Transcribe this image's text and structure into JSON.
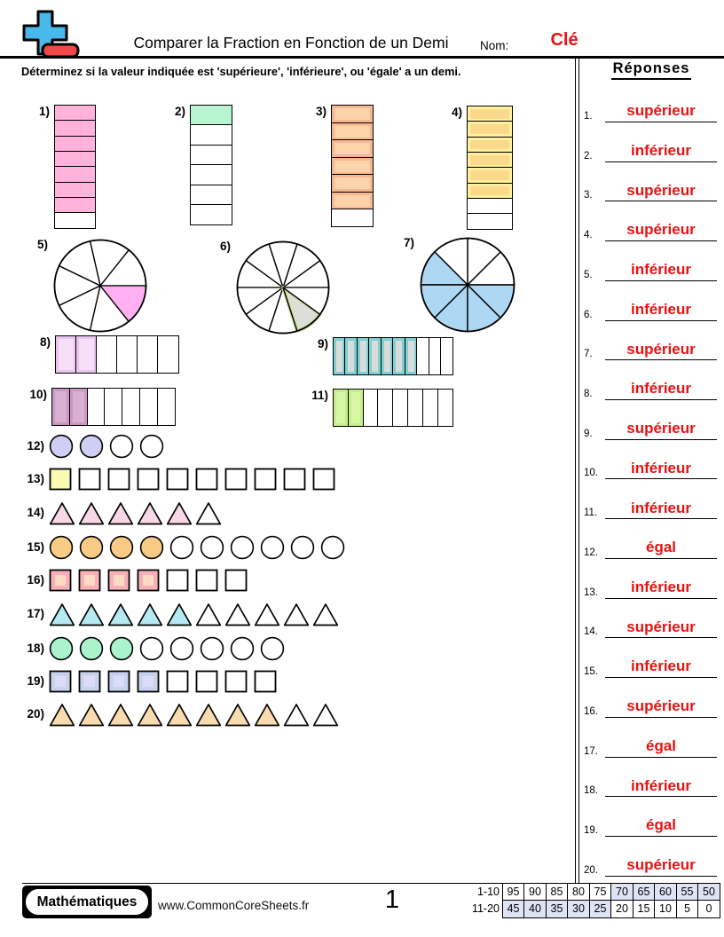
{
  "header": {
    "title": "Comparer la Fraction en Fonction de un Demi",
    "nom_label": "Nom:",
    "key_label": "Clé",
    "logo": "plus-minus-icon"
  },
  "instruction": "Déterminez si la valeur indiquée est 'supérieure', 'inférieure', ou 'égale' a un demi.",
  "colors": {
    "answer_red": "#E81212",
    "key_red": "#E81212",
    "logo_blue": "#49B8EA",
    "logo_red": "#F04848",
    "table_highlight": "#DEE3F6"
  },
  "problems": [
    {
      "num": "1)",
      "type": "vstack",
      "total": 8,
      "filled": 7,
      "fill": "#FFB3DA"
    },
    {
      "num": "2)",
      "type": "vstack",
      "total": 6,
      "filled": 1,
      "fill": "#B9F4D1"
    },
    {
      "num": "3)",
      "type": "vstack",
      "total": 7,
      "filled": 6,
      "fill": "#FDD3AC",
      "ring": "#F6B791"
    },
    {
      "num": "4)",
      "type": "vstack",
      "total": 8,
      "filled": 6,
      "fill": "#FBD98A",
      "ring": "#FDEFA0"
    },
    {
      "num": "5)",
      "type": "pie",
      "total": 7,
      "filled_indices": [
        6
      ],
      "fill": "#FFB0F0"
    },
    {
      "num": "6)",
      "type": "pie",
      "total": 10,
      "filled_indices": [
        8
      ],
      "fill": "#DEDED8",
      "ring": "#C8DC9E"
    },
    {
      "num": "7)",
      "type": "pie",
      "total": 8,
      "filled_indices": [
        3,
        4,
        5,
        6,
        7
      ],
      "fill": "#AED7F3"
    },
    {
      "num": "8)",
      "type": "hstrip",
      "total": 6,
      "filled": 2,
      "fill": "#F7DFF9",
      "ring": "#E9C4EF"
    },
    {
      "num": "9)",
      "type": "hstrip",
      "total": 10,
      "filled": 7,
      "fill": "#DBDBDB",
      "ring": "#7ED1D0"
    },
    {
      "num": "10)",
      "type": "hstrip",
      "total": 7,
      "filled": 2,
      "fill": "#D9AFD2",
      "ring": "#CB97C4"
    },
    {
      "num": "11)",
      "type": "hstrip",
      "total": 8,
      "filled": 2,
      "fill": "#D6F7A4",
      "ring": "#C6EE8C"
    },
    {
      "num": "12)",
      "type": "shapes",
      "shape": "circle",
      "total": 4,
      "filled": 2,
      "fill": "#CFCFF6"
    },
    {
      "num": "13)",
      "type": "shapes",
      "shape": "square",
      "total": 10,
      "filled": 1,
      "fill": "#FAFAB4"
    },
    {
      "num": "14)",
      "type": "shapes",
      "shape": "triangle",
      "total": 6,
      "filled": 5,
      "fill": "#F9D7E6"
    },
    {
      "num": "15)",
      "type": "shapes",
      "shape": "circle",
      "total": 10,
      "filled": 4,
      "fill": "#F9CB86"
    },
    {
      "num": "16)",
      "type": "shapes",
      "shape": "square",
      "total": 7,
      "filled": 4,
      "fill": "#FBDCC2",
      "ring": "#F9AEB9"
    },
    {
      "num": "17)",
      "type": "shapes",
      "shape": "triangle",
      "total": 10,
      "filled": 5,
      "fill": "#B5EAF2"
    },
    {
      "num": "18)",
      "type": "shapes",
      "shape": "circle",
      "total": 8,
      "filled": 3,
      "fill": "#ABF3CD"
    },
    {
      "num": "19)",
      "type": "shapes",
      "shape": "square",
      "total": 8,
      "filled": 4,
      "fill": "#DCDCF8",
      "ring": "#C7D3EC"
    },
    {
      "num": "20)",
      "type": "shapes",
      "shape": "triangle",
      "total": 10,
      "filled": 8,
      "fill": "#F8DCB0"
    }
  ],
  "answers": {
    "title": "Réponses",
    "items": [
      {
        "num": "1.",
        "text": "supérieur"
      },
      {
        "num": "2.",
        "text": "inférieur"
      },
      {
        "num": "3.",
        "text": "supérieur"
      },
      {
        "num": "4.",
        "text": "supérieur"
      },
      {
        "num": "5.",
        "text": "inférieur"
      },
      {
        "num": "6.",
        "text": "inférieur"
      },
      {
        "num": "7.",
        "text": "supérieur"
      },
      {
        "num": "8.",
        "text": "inférieur"
      },
      {
        "num": "9.",
        "text": "supérieur"
      },
      {
        "num": "10.",
        "text": "inférieur"
      },
      {
        "num": "11.",
        "text": "inférieur"
      },
      {
        "num": "12.",
        "text": "égal"
      },
      {
        "num": "13.",
        "text": "inférieur"
      },
      {
        "num": "14.",
        "text": "supérieur"
      },
      {
        "num": "15.",
        "text": "inférieur"
      },
      {
        "num": "16.",
        "text": "supérieur"
      },
      {
        "num": "17.",
        "text": "égal"
      },
      {
        "num": "18.",
        "text": "inférieur"
      },
      {
        "num": "19.",
        "text": "égal"
      },
      {
        "num": "20.",
        "text": "supérieur"
      }
    ]
  },
  "footer": {
    "badge": "Mathématiques",
    "website": "www.CommonCoreSheets.fr",
    "page_number": "1",
    "grade_table": {
      "rows": [
        {
          "label": "1-10",
          "values": [
            "95",
            "90",
            "85",
            "80",
            "75",
            "70",
            "65",
            "60",
            "55",
            "50"
          ],
          "highlight": [
            5,
            6,
            7,
            8,
            9
          ]
        },
        {
          "label": "11-20",
          "values": [
            "45",
            "40",
            "35",
            "30",
            "25",
            "20",
            "15",
            "10",
            "5",
            "0"
          ],
          "highlight": [
            0,
            1,
            2,
            3,
            4
          ]
        }
      ]
    }
  }
}
